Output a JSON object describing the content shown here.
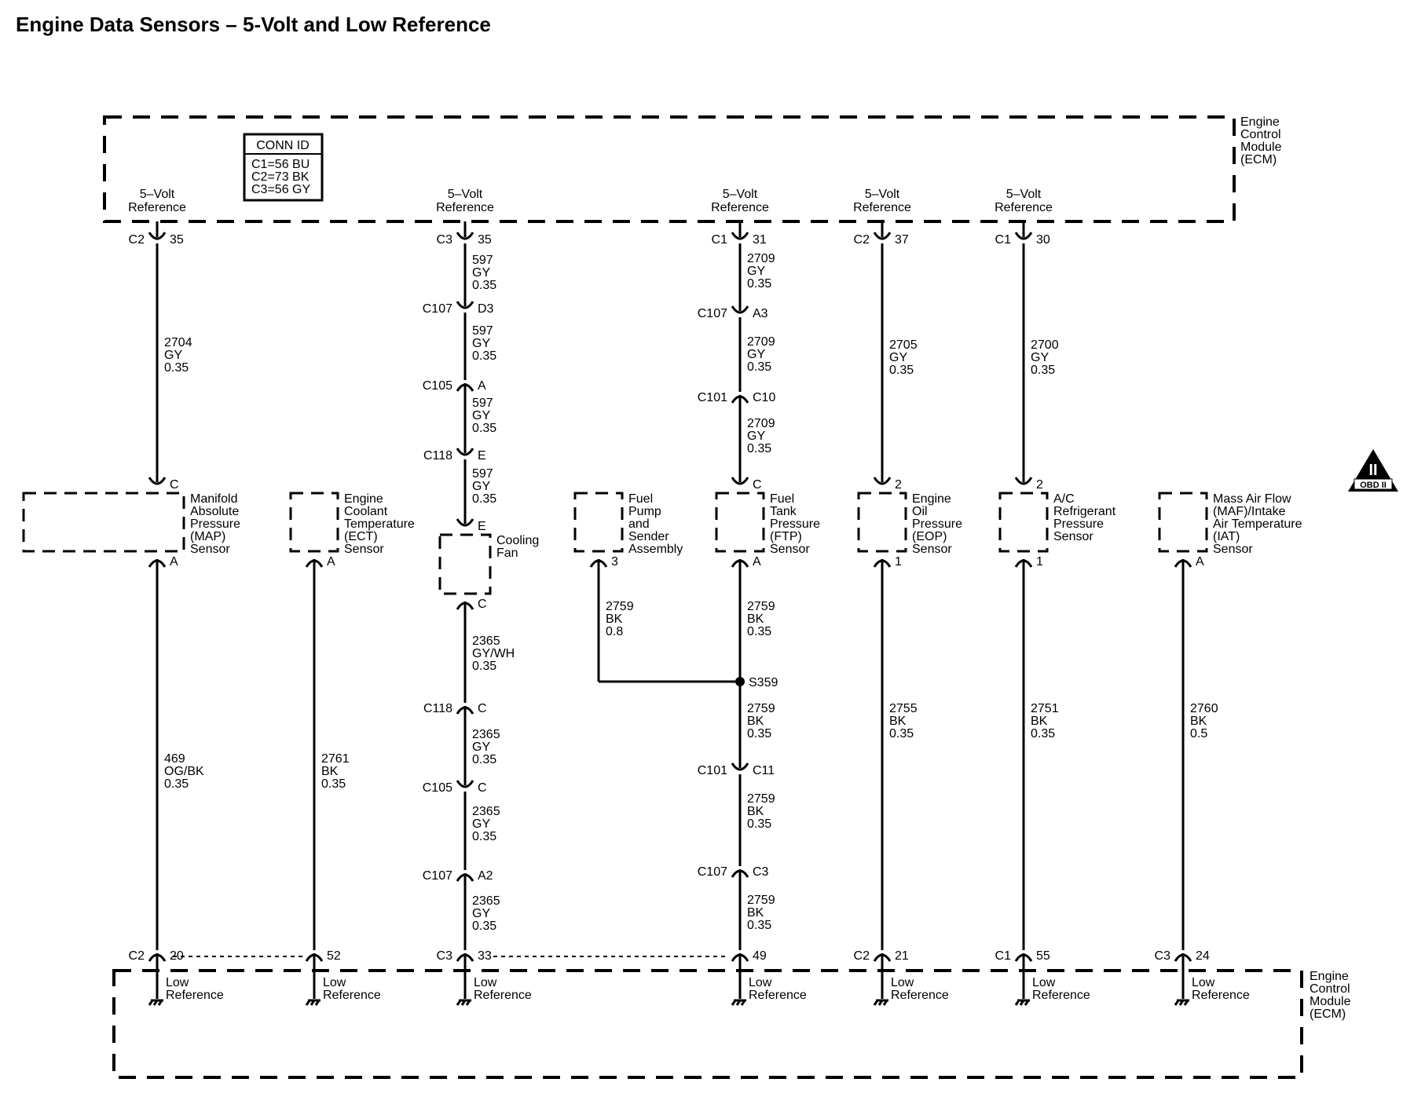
{
  "title": "Engine Data Sensors – 5-Volt and Low Reference",
  "ecm_label": [
    "Engine",
    "Control",
    "Module",
    "(ECM)"
  ],
  "conn_id": {
    "heading": "CONN ID",
    "lines": [
      "C1=56 BU",
      "C2=73 BK",
      "C3=56 GY"
    ]
  },
  "badge": {
    "symbol": "II",
    "text": "OBD II"
  },
  "ref5v": [
    "5–Volt",
    "Reference"
  ],
  "lowref": [
    "Low",
    "Reference"
  ],
  "splice": "S359",
  "circuits": [
    {
      "top": {
        "conn": "C2",
        "pin": "35"
      },
      "upper": [
        {
          "wire": [
            "2704",
            "GY",
            "0.35"
          ]
        }
      ],
      "pinTop": "C",
      "sensor": [
        "Manifold",
        "Absolute",
        "Pressure",
        "(MAP)",
        "Sensor"
      ],
      "pinBot": "A",
      "lower": [
        {
          "wire": [
            "469",
            "OG/BK",
            "0.35"
          ]
        }
      ],
      "bottom": {
        "conn": "C2",
        "pin": "20"
      }
    },
    {
      "pinTop": "",
      "sensor": [
        "Engine",
        "Coolant",
        "Temperature",
        "(ECT)",
        "Sensor"
      ],
      "pinBot": "A",
      "lower": [
        {
          "wire": [
            "2761",
            "BK",
            "0.35"
          ]
        }
      ],
      "bottom": {
        "conn": "",
        "pin": "52"
      }
    },
    {
      "top": {
        "conn": "C3",
        "pin": "35"
      },
      "upper": [
        {
          "wire": [
            "597",
            "GY",
            "0.35"
          ]
        },
        {
          "conn": "C107",
          "pin": "D3",
          "dir": "down"
        },
        {
          "wire": [
            "597",
            "GY",
            "0.35"
          ]
        },
        {
          "conn": "C105",
          "pin": "A",
          "dir": "up"
        },
        {
          "wire": [
            "597",
            "GY",
            "0.35"
          ]
        },
        {
          "conn": "C118",
          "pin": "E",
          "dir": "down"
        },
        {
          "wire": [
            "597",
            "GY",
            "0.35"
          ]
        }
      ],
      "pinTop": "E",
      "sensor": [
        "Cooling",
        "Fan"
      ],
      "pinBot": "C",
      "lower": [
        {
          "wire": [
            "2365",
            "GY/WH",
            "0.35"
          ]
        },
        {
          "conn": "C118",
          "pin": "C",
          "dir": "up"
        },
        {
          "wire": [
            "2365",
            "GY",
            "0.35"
          ]
        },
        {
          "conn": "C105",
          "pin": "C",
          "dir": "down"
        },
        {
          "wire": [
            "2365",
            "GY",
            "0.35"
          ]
        },
        {
          "conn": "C107",
          "pin": "A2",
          "dir": "up"
        },
        {
          "wire": [
            "2365",
            "GY",
            "0.35"
          ]
        }
      ],
      "bottom": {
        "conn": "C3",
        "pin": "33"
      }
    },
    {
      "pinTop": "",
      "sensor": [
        "Fuel",
        "Pump",
        "and",
        "Sender",
        "Assembly"
      ],
      "pinBot": "3",
      "lower": [
        {
          "wire": [
            "2759",
            "BK",
            "0.8"
          ]
        }
      ]
    },
    {
      "top": {
        "conn": "C1",
        "pin": "31"
      },
      "upper": [
        {
          "wire": [
            "2709",
            "GY",
            "0.35"
          ]
        },
        {
          "conn": "C107",
          "pin": "A3",
          "dir": "down"
        },
        {
          "wire": [
            "2709",
            "GY",
            "0.35"
          ]
        },
        {
          "conn": "C101",
          "pin": "C10",
          "dir": "up"
        },
        {
          "wire": [
            "2709",
            "GY",
            "0.35"
          ]
        }
      ],
      "pinTop": "C",
      "sensor": [
        "Fuel",
        "Tank",
        "Pressure",
        "(FTP)",
        "Sensor"
      ],
      "pinBot": "A",
      "lower": [
        {
          "wire": [
            "2759",
            "BK",
            "0.35"
          ]
        },
        {
          "wire": [
            "2759",
            "BK",
            "0.35"
          ]
        },
        {
          "conn": "C101",
          "pin": "C11",
          "dir": "down"
        },
        {
          "wire": [
            "2759",
            "BK",
            "0.35"
          ]
        },
        {
          "conn": "C107",
          "pin": "C3",
          "dir": "up"
        },
        {
          "wire": [
            "2759",
            "BK",
            "0.35"
          ]
        }
      ],
      "bottom": {
        "conn": "",
        "pin": "49"
      }
    },
    {
      "top": {
        "conn": "C2",
        "pin": "37"
      },
      "upper": [
        {
          "wire": [
            "2705",
            "GY",
            "0.35"
          ]
        }
      ],
      "pinTop": "2",
      "sensor": [
        "Engine",
        "Oil",
        "Pressure",
        "(EOP)",
        "Sensor"
      ],
      "pinBot": "1",
      "lower": [
        {
          "wire": [
            "2755",
            "BK",
            "0.35"
          ]
        }
      ],
      "bottom": {
        "conn": "C2",
        "pin": "21"
      }
    },
    {
      "top": {
        "conn": "C1",
        "pin": "30"
      },
      "upper": [
        {
          "wire": [
            "2700",
            "GY",
            "0.35"
          ]
        }
      ],
      "pinTop": "2",
      "sensor": [
        "A/C",
        "Refrigerant",
        "Pressure",
        "Sensor"
      ],
      "pinBot": "1",
      "lower": [
        {
          "wire": [
            "2751",
            "BK",
            "0.35"
          ]
        }
      ],
      "bottom": {
        "conn": "C1",
        "pin": "55"
      }
    },
    {
      "pinTop": "",
      "sensor": [
        "Mass Air Flow",
        "(MAF)/Intake",
        "Air Temperature",
        "(IAT)",
        "Sensor"
      ],
      "pinBot": "A",
      "lower": [
        {
          "wire": [
            "2760",
            "BK",
            "0.5"
          ]
        }
      ],
      "bottom": {
        "conn": "C3",
        "pin": "24"
      }
    }
  ]
}
